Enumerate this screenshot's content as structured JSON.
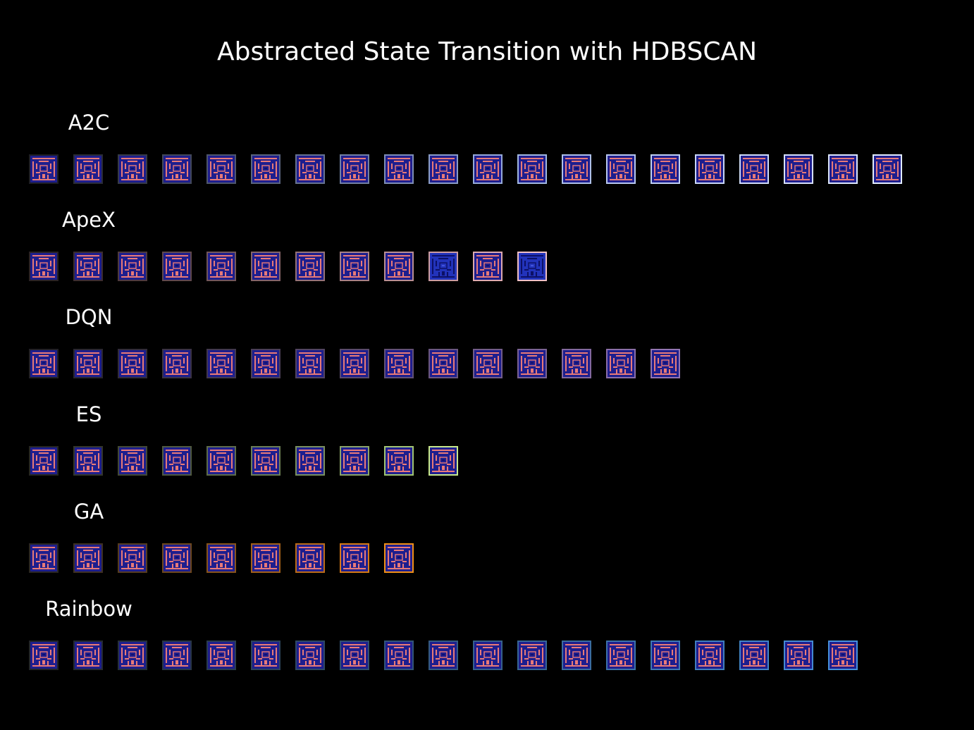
{
  "title": "Abstracted State Transition with HDBSCAN",
  "rows": [
    {
      "label": "A2C",
      "count": 20,
      "borders": [
        "#1e1e24",
        "#2a2c36",
        "#363a48",
        "#42485a",
        "#4e566c",
        "#5a647e",
        "#667290",
        "#7280a2",
        "#7e8eb4",
        "#8a9cc6",
        "#96aad8",
        "#a2b8e0",
        "#aec0e8",
        "#b8c8ee",
        "#c0d0f2",
        "#c8d6f6",
        "#d0dcf8",
        "#d6e0fa",
        "#dce6fc",
        "#e2ecff"
      ],
      "blue": []
    },
    {
      "label": "ApeX",
      "count": 12,
      "borders": [
        "#2a2224",
        "#3c2c30",
        "#4e3a3e",
        "#60484c",
        "#72565a",
        "#846468",
        "#967276",
        "#a88084",
        "#ba8e92",
        "#cc9ca0",
        "#deaaae",
        "#f0c0c4"
      ],
      "blue": [
        9,
        11
      ]
    },
    {
      "label": "DQN",
      "count": 15,
      "borders": [
        "#222026",
        "#2a2630",
        "#322c3a",
        "#3a3244",
        "#42384e",
        "#4a3e58",
        "#524462",
        "#5a4a6c",
        "#625076",
        "#6a5680",
        "#725c8a",
        "#7a6294",
        "#82689e",
        "#8a6ea8",
        "#9274b2"
      ],
      "blue": []
    },
    {
      "label": "ES",
      "count": 10,
      "borders": [
        "#262622",
        "#34362c",
        "#424836",
        "#505a40",
        "#5e6c4a",
        "#6c7e54",
        "#7a905e",
        "#8ca468",
        "#a2c472",
        "#c8e88a"
      ],
      "blue": []
    },
    {
      "label": "GA",
      "count": 9,
      "borders": [
        "#2a2622",
        "#3e3022",
        "#563c20",
        "#6e481e",
        "#88541c",
        "#a2601a",
        "#bc6c18",
        "#d67a16",
        "#f09018"
      ],
      "blue": []
    },
    {
      "label": "Rainbow",
      "count": 19,
      "borders": [
        "#222428",
        "#242a32",
        "#26303c",
        "#283646",
        "#2a3c50",
        "#2c425a",
        "#2e4864",
        "#304e6e",
        "#325478",
        "#345a82",
        "#36608c",
        "#386696",
        "#3a6ca0",
        "#3c72aa",
        "#3e78b4",
        "#407ebe",
        "#4284c8",
        "#448ad2",
        "#4690dc"
      ],
      "blue": []
    }
  ]
}
